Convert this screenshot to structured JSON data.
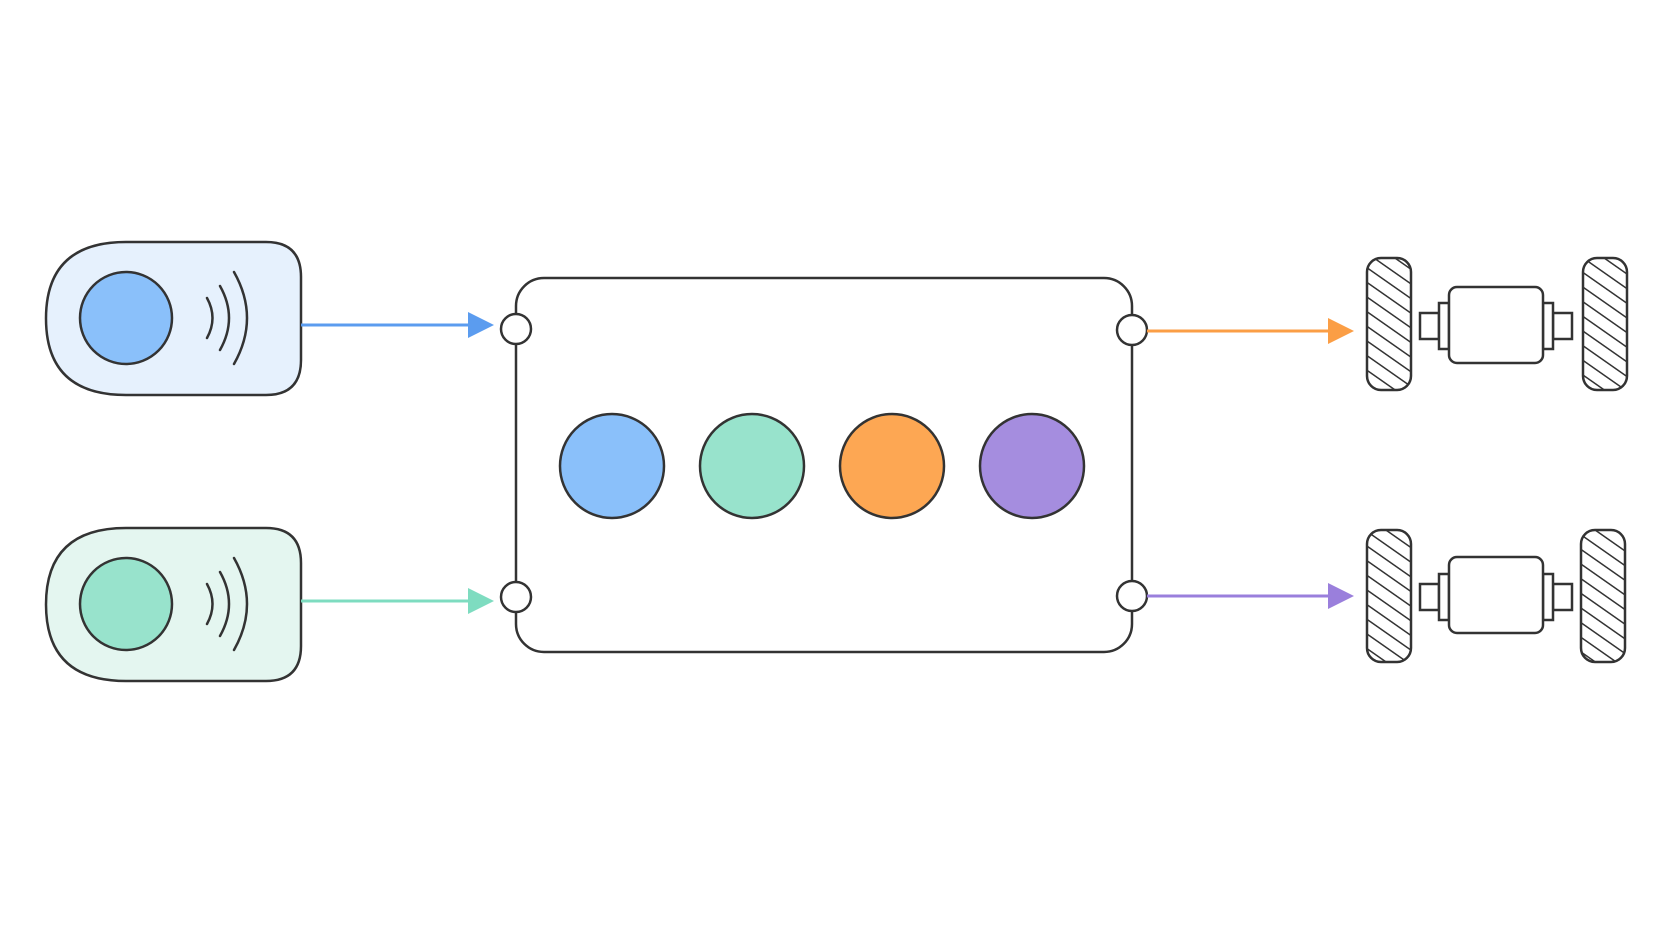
{
  "colors": {
    "blue": "#8ac0fa",
    "blue_line": "#5b9cef",
    "blue_bg": "#e6f1fd",
    "green": "#98e3cc",
    "green_line": "#7edcc0",
    "green_bg": "#e4f6f0",
    "orange": "#fda753",
    "orange_line": "#fb9e45",
    "purple": "#a58ddf",
    "purple_line": "#9a7fdc",
    "outline": "#333333"
  },
  "sensors": [
    {
      "name": "sensor-blue",
      "fill": "blue",
      "background": "blue_bg",
      "connector": "blue_line",
      "icon": "wireless-signal-icon"
    },
    {
      "name": "sensor-green",
      "fill": "green",
      "background": "green_bg",
      "connector": "green_line",
      "icon": "wireless-signal-icon"
    }
  ],
  "controller": {
    "indicators": [
      "blue",
      "green",
      "orange",
      "purple"
    ]
  },
  "actuators": [
    {
      "name": "motor-axle-top",
      "connector": "orange_line",
      "icon": "motor-wheels-icon"
    },
    {
      "name": "motor-axle-bottom",
      "connector": "purple_line",
      "icon": "motor-wheels-icon"
    }
  ]
}
